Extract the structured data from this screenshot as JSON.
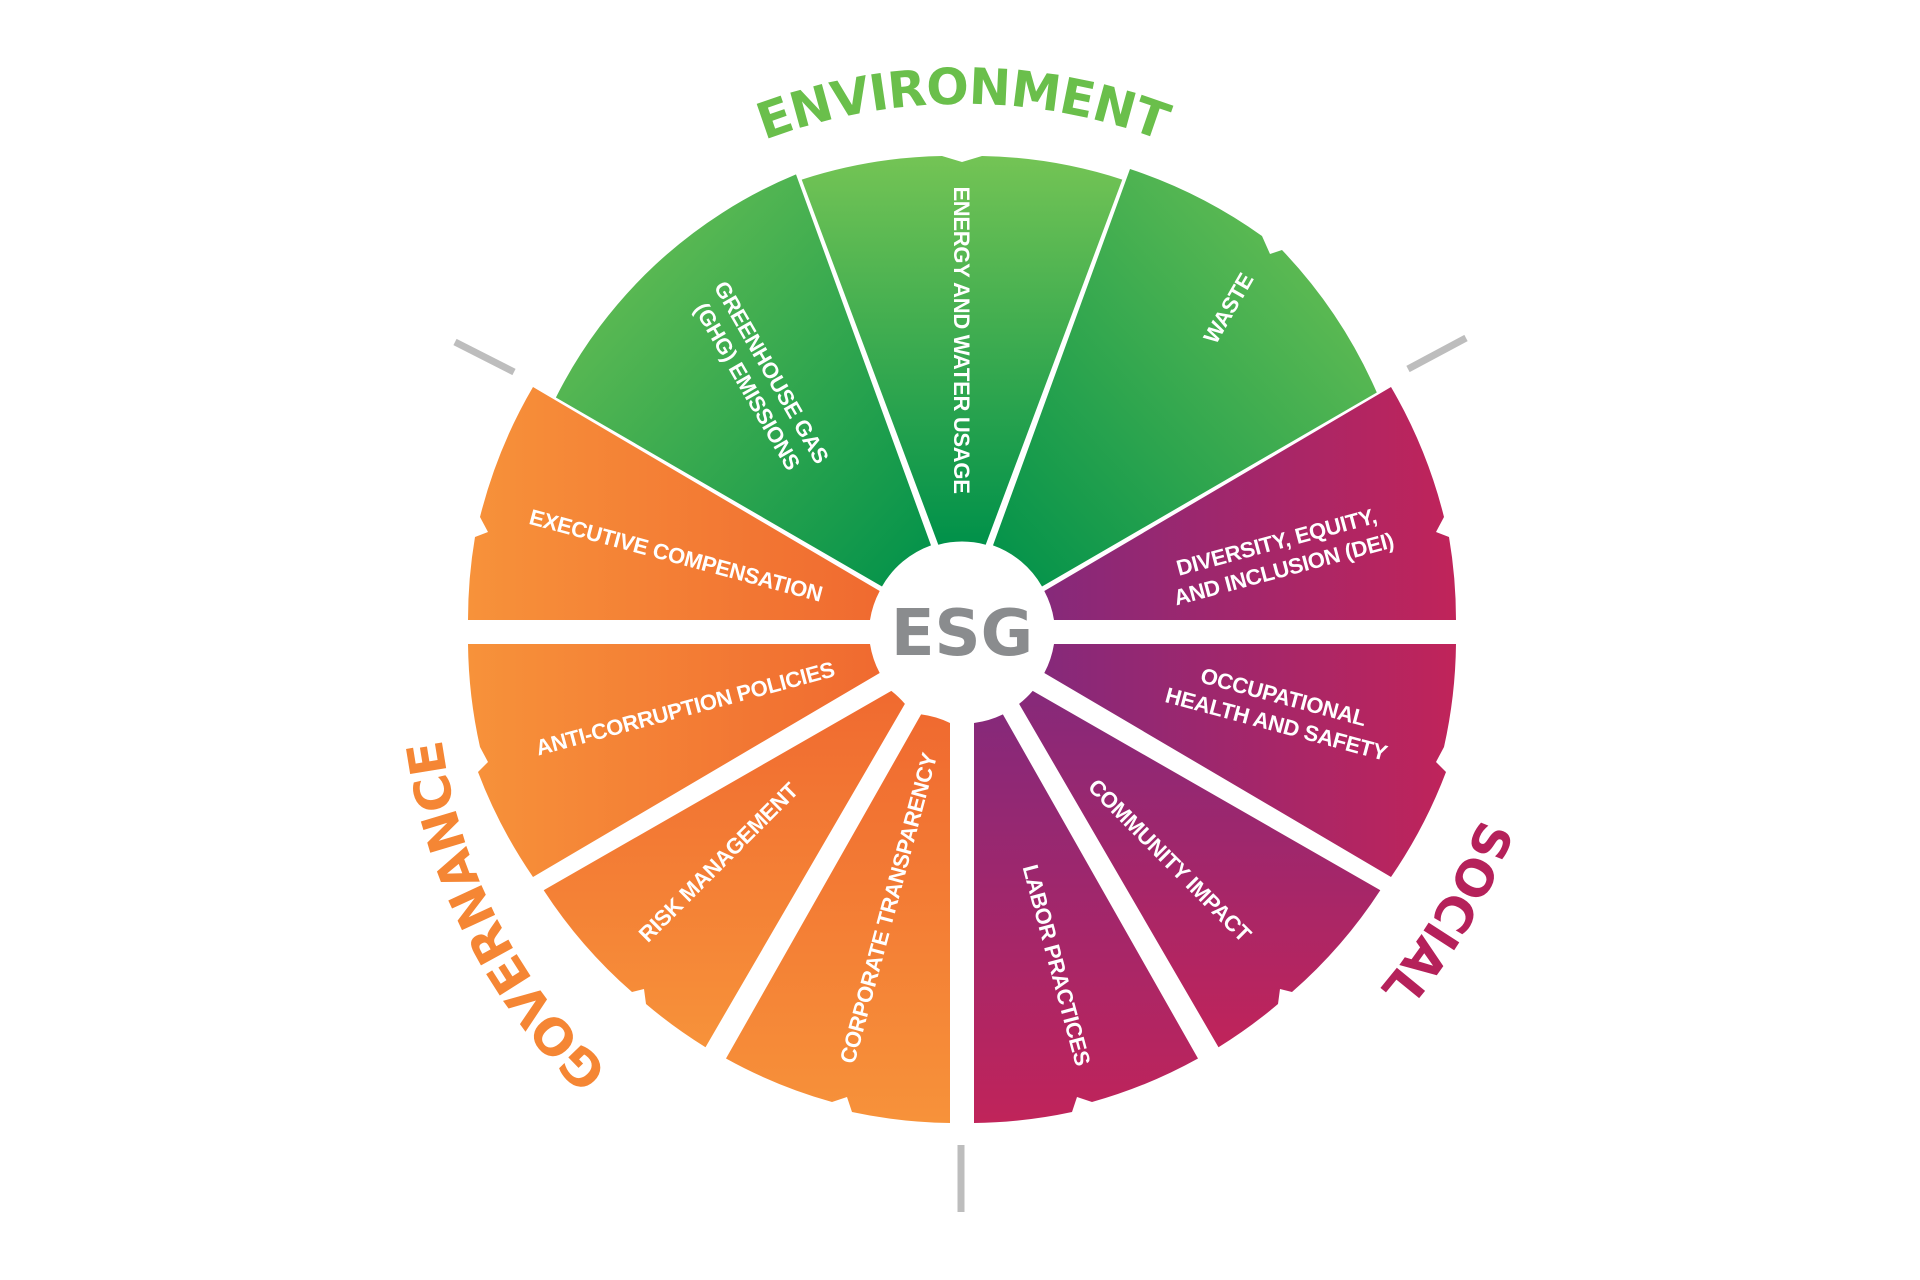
{
  "diagram": {
    "center": {
      "label": "ESG",
      "color": "#8a8c8e"
    },
    "groups": [
      {
        "name": "ENVIRONMENT",
        "color": "#6abf4b",
        "gradient": [
          "#72c352",
          "#00914a"
        ],
        "segments": [
          {
            "label_lines": [
              "GREENHOUSE GAS",
              "(GHG) EMISSIONS"
            ]
          },
          {
            "label_lines": [
              "ENERGY AND WATER USAGE"
            ]
          },
          {
            "label_lines": [
              "WASTE"
            ]
          }
        ]
      },
      {
        "name": "SOCIAL",
        "color": "#b5215a",
        "gradient": [
          "#8a2a72",
          "#c0245a"
        ],
        "segments": [
          {
            "label_lines": [
              "DIVERSITY, EQUITY,",
              "AND INCLUSION (DEI)"
            ]
          },
          {
            "label_lines": [
              "OCCUPATIONAL",
              "HEALTH AND SAFETY"
            ]
          },
          {
            "label_lines": [
              "COMMUNITY IMPACT"
            ]
          },
          {
            "label_lines": [
              "LABOR PRACTICES"
            ]
          }
        ]
      },
      {
        "name": "GOVERNANCE",
        "color": "#f58634",
        "gradient": [
          "#f7923a",
          "#f06a30"
        ],
        "segments": [
          {
            "label_lines": [
              "CORPORATE TRANSPARENCY"
            ]
          },
          {
            "label_lines": [
              "RISK MANAGEMENT"
            ]
          },
          {
            "label_lines": [
              "ANTI-CORRUPTION POLICIES"
            ]
          },
          {
            "label_lines": [
              "EXECUTIVE COMPENSATION"
            ]
          }
        ]
      }
    ],
    "divider_color": "#bdbdbd"
  },
  "text": {
    "environment": "ENVIRONMENT",
    "social": "SOCIAL",
    "governance": "GOVERNANCE",
    "esg": "ESG",
    "ghg_1": "GREENHOUSE GAS",
    "ghg_2": "(GHG) EMISSIONS",
    "energy": "ENERGY AND WATER USAGE",
    "waste": "WASTE",
    "dei_1": "DIVERSITY, EQUITY,",
    "dei_2": "AND INCLUSION (DEI)",
    "ohs_1": "OCCUPATIONAL",
    "ohs_2": "HEALTH AND SAFETY",
    "community": "COMMUNITY IMPACT",
    "labor": "LABOR PRACTICES",
    "transparency": "CORPORATE TRANSPARENCY",
    "risk": "RISK MANAGEMENT",
    "anticorruption": "ANTI-CORRUPTION POLICIES",
    "executive": "EXECUTIVE COMPENSATION"
  }
}
